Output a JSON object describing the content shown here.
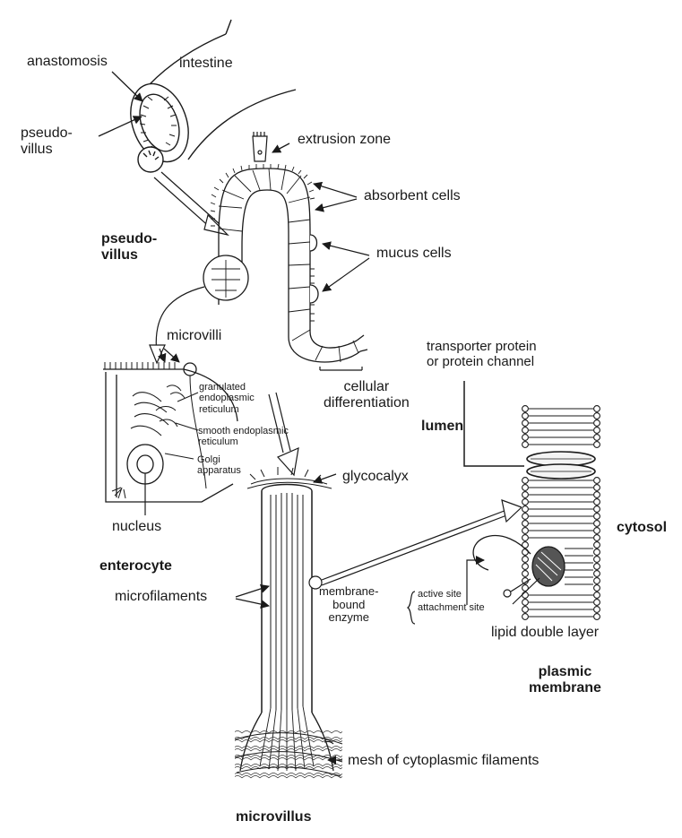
{
  "title": "",
  "labels": {
    "anastomosis": "anastomosis",
    "intestine": "intestine",
    "pseudovillus_small": "pseudo-\nvillus",
    "extrusion_zone": "extrusion zone",
    "absorbent_cells": "absorbent cells",
    "pseudovillus_bold": "pseudo-\nvillus",
    "mucus_cells": "mucus cells",
    "microvilli": "microvilli",
    "transporter_protein": "transporter protein\nor protein channel",
    "granulated_er": "granulated\nendoplasmic\nreticulum",
    "cellular_differentiation": "cellular\ndifferentiation",
    "lumen": "lumen",
    "smooth_er": "smooth endoplasmic\nreticulum",
    "golgi": "Golgi\napparatus",
    "glycocalyx": "glycocalyx",
    "nucleus": "nucleus",
    "cytosol": "cytosol",
    "enterocyte": "enterocyte",
    "membrane_bound_enzyme": "membrane-\nbound\nenzyme",
    "active_site": "active site",
    "attachment_site": "attachment site",
    "microfilaments": "microfilaments",
    "lipid_double_layer": "lipid double layer",
    "plasmic_membrane": "plasmic\nmembrane",
    "mesh_filaments": "mesh of cytoplasmic filaments",
    "microvillus": "microvillus"
  },
  "colors": {
    "ink": "#1a1a1a",
    "membrane_fill": "#f4f4f4",
    "enzyme_fill": "#555555",
    "background": "#ffffff"
  }
}
